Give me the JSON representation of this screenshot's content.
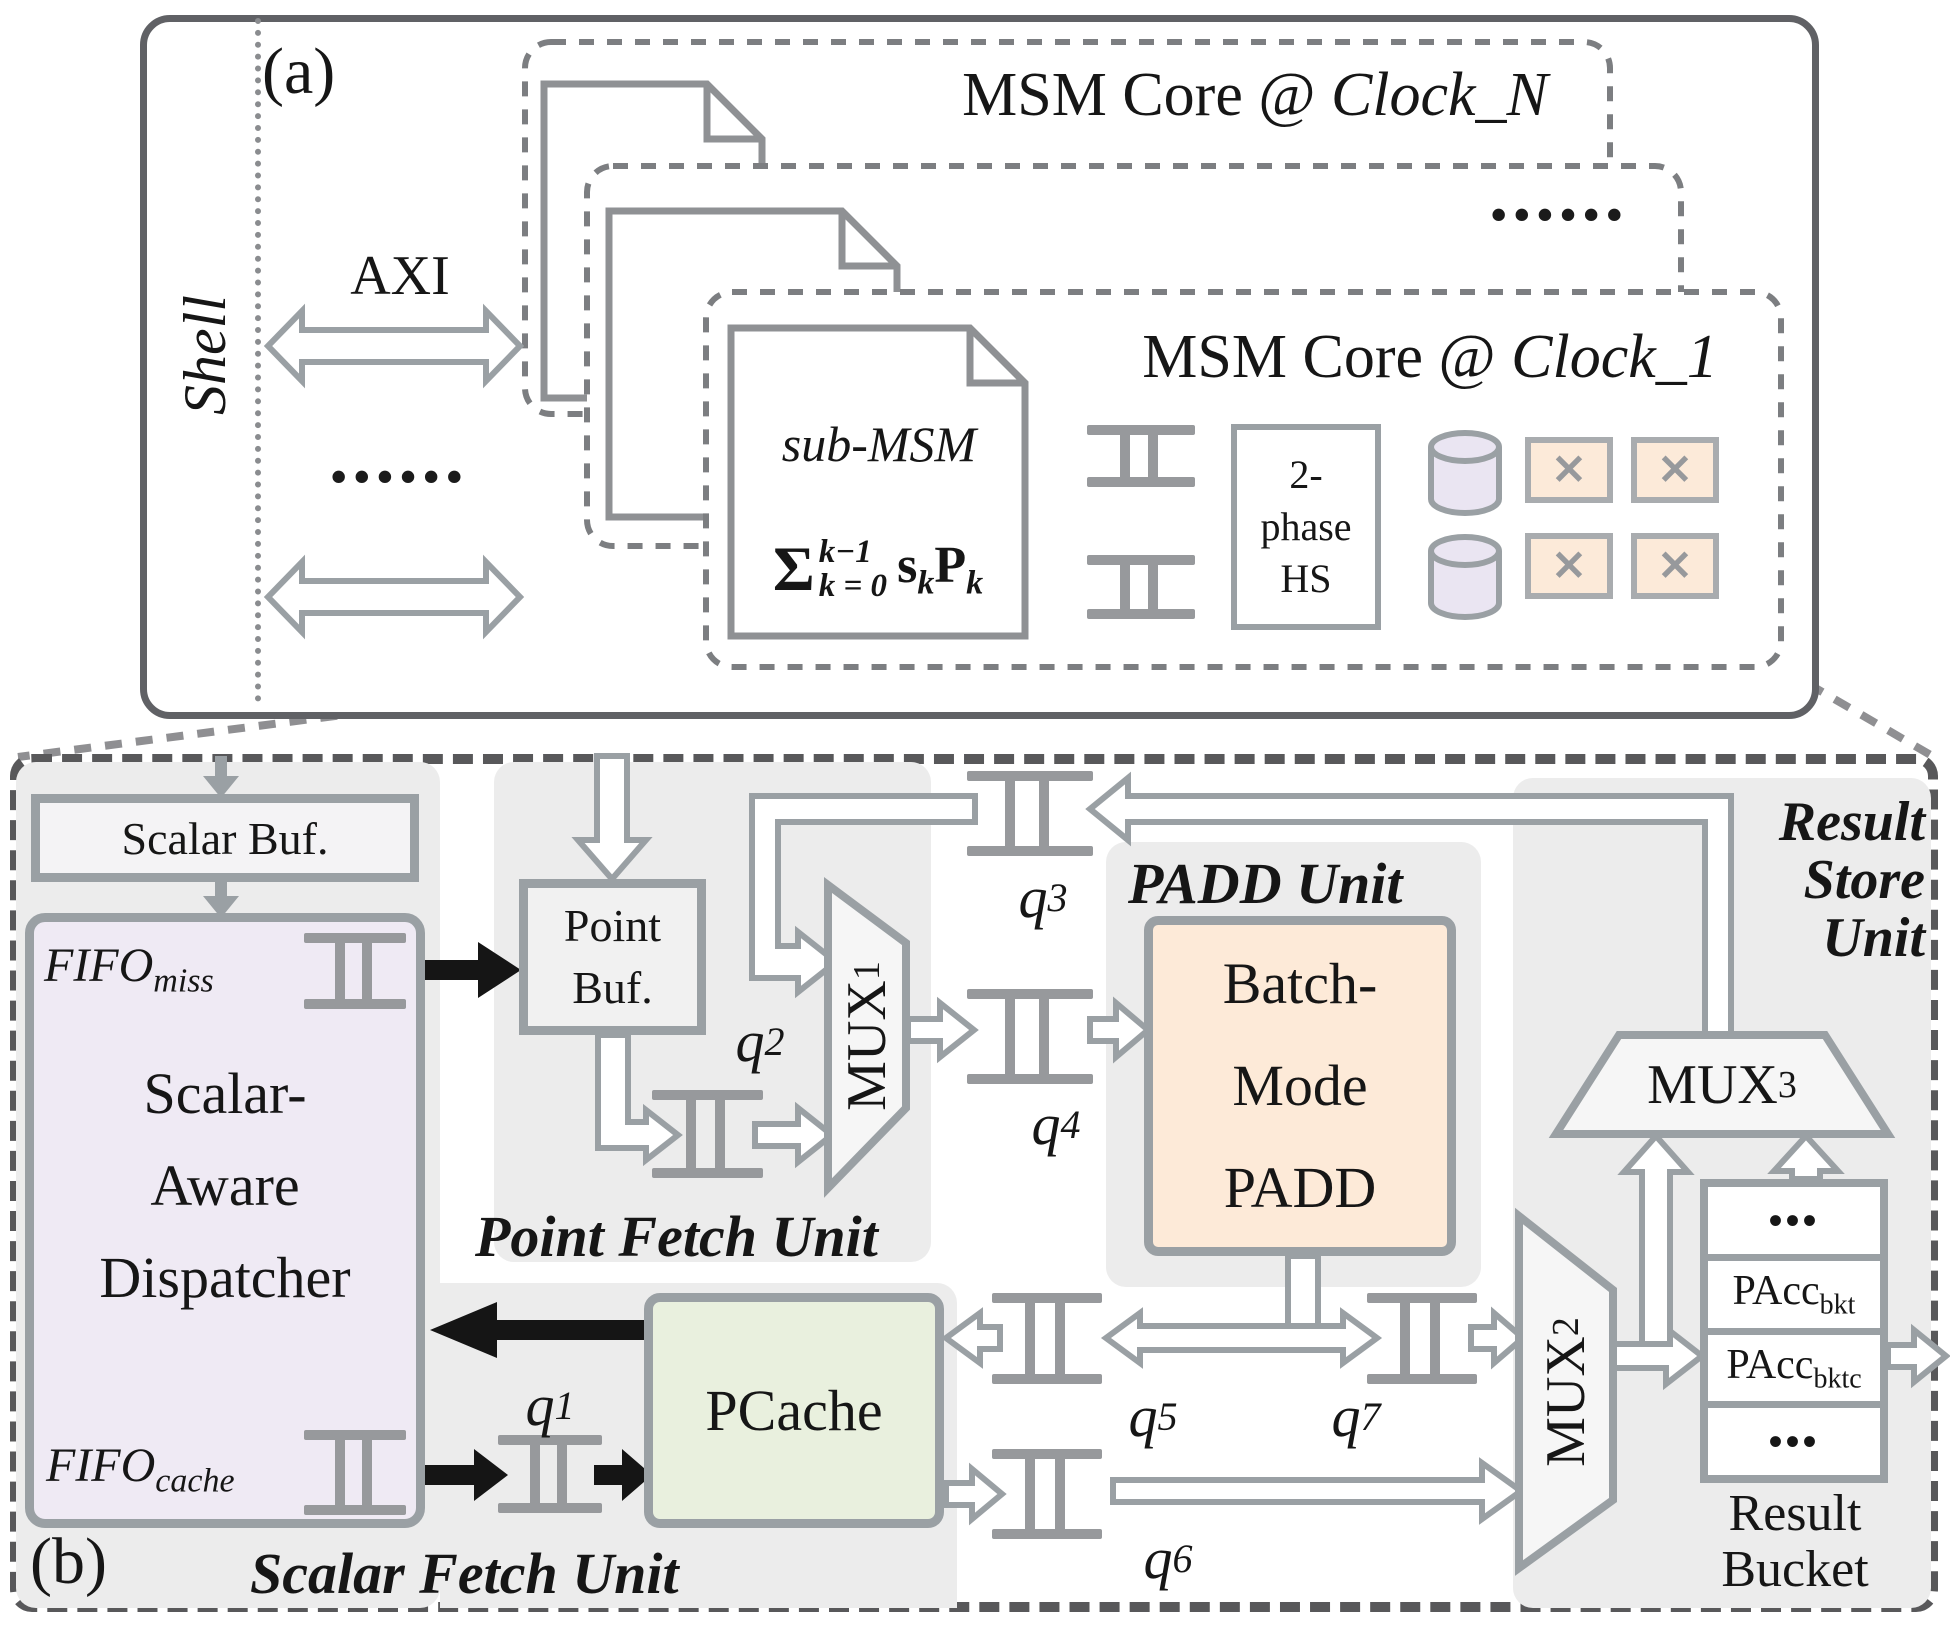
{
  "colors": {
    "frame_dark": "#58585a",
    "box_border_gray": "#9aa0a4",
    "panel_gray": "#ececec",
    "lavender_fill": "#efeaf4",
    "green_fill": "#e9f0de",
    "peach_fill": "#fdead8",
    "white": "#ffffff"
  },
  "icons": {
    "multiply": "✕"
  },
  "a": {
    "label": "(a)",
    "shell": "Shell",
    "axi": "AXI",
    "dots": "••••••",
    "core_n": {
      "prefix": "MSM Core @ ",
      "clock": "Clock_N"
    },
    "core_1": {
      "prefix": "MSM Core @ ",
      "clock": "Clock_1"
    },
    "doc": {
      "title": "sub-MSM",
      "formula": {
        "sigma": "Σ",
        "upper": "k−1",
        "lower": "k = 0",
        "s": "s",
        "s_sub": "k",
        "p": "P",
        "p_sub": "k"
      }
    },
    "hs": [
      "2-",
      "phase",
      "HS"
    ]
  },
  "b": {
    "label": "(b)",
    "units": {
      "scalar_fetch": "Scalar Fetch Unit",
      "point_fetch": "Point Fetch Unit",
      "padd": "PADD Unit",
      "result_store": [
        "Result",
        "Store",
        "Unit"
      ]
    },
    "scalar_buf": "Scalar Buf.",
    "fifo_miss": {
      "base": "FIFO",
      "sub": "miss"
    },
    "fifo_cache": {
      "base": "FIFO",
      "sub": "cache"
    },
    "dispatcher": [
      "Scalar-",
      "Aware",
      "Dispatcher"
    ],
    "point_buf": [
      "Point",
      "Buf."
    ],
    "pcache": "PCache",
    "batch_padd": [
      "Batch-",
      "Mode",
      "PADD"
    ],
    "mux1": {
      "base": "MUX",
      "sub": "1"
    },
    "mux2": {
      "base": "MUX",
      "sub": "2"
    },
    "mux3": {
      "base": "MUX",
      "sub": "3"
    },
    "queues": {
      "q1": {
        "base": "q",
        "sub": "1"
      },
      "q2": {
        "base": "q",
        "sub": "2"
      },
      "q3": {
        "base": "q",
        "sub": "3"
      },
      "q4": {
        "base": "q",
        "sub": "4"
      },
      "q5": {
        "base": "q",
        "sub": "5"
      },
      "q6": {
        "base": "q",
        "sub": "6"
      },
      "q7": {
        "base": "q",
        "sub": "7"
      }
    },
    "bucket": {
      "dots": "•••",
      "rows": [
        {
          "base": "PAcc",
          "sub": "bkt"
        },
        {
          "base": "PAcc",
          "sub": "bktc"
        }
      ],
      "caption": [
        "Result",
        "Bucket"
      ]
    }
  }
}
